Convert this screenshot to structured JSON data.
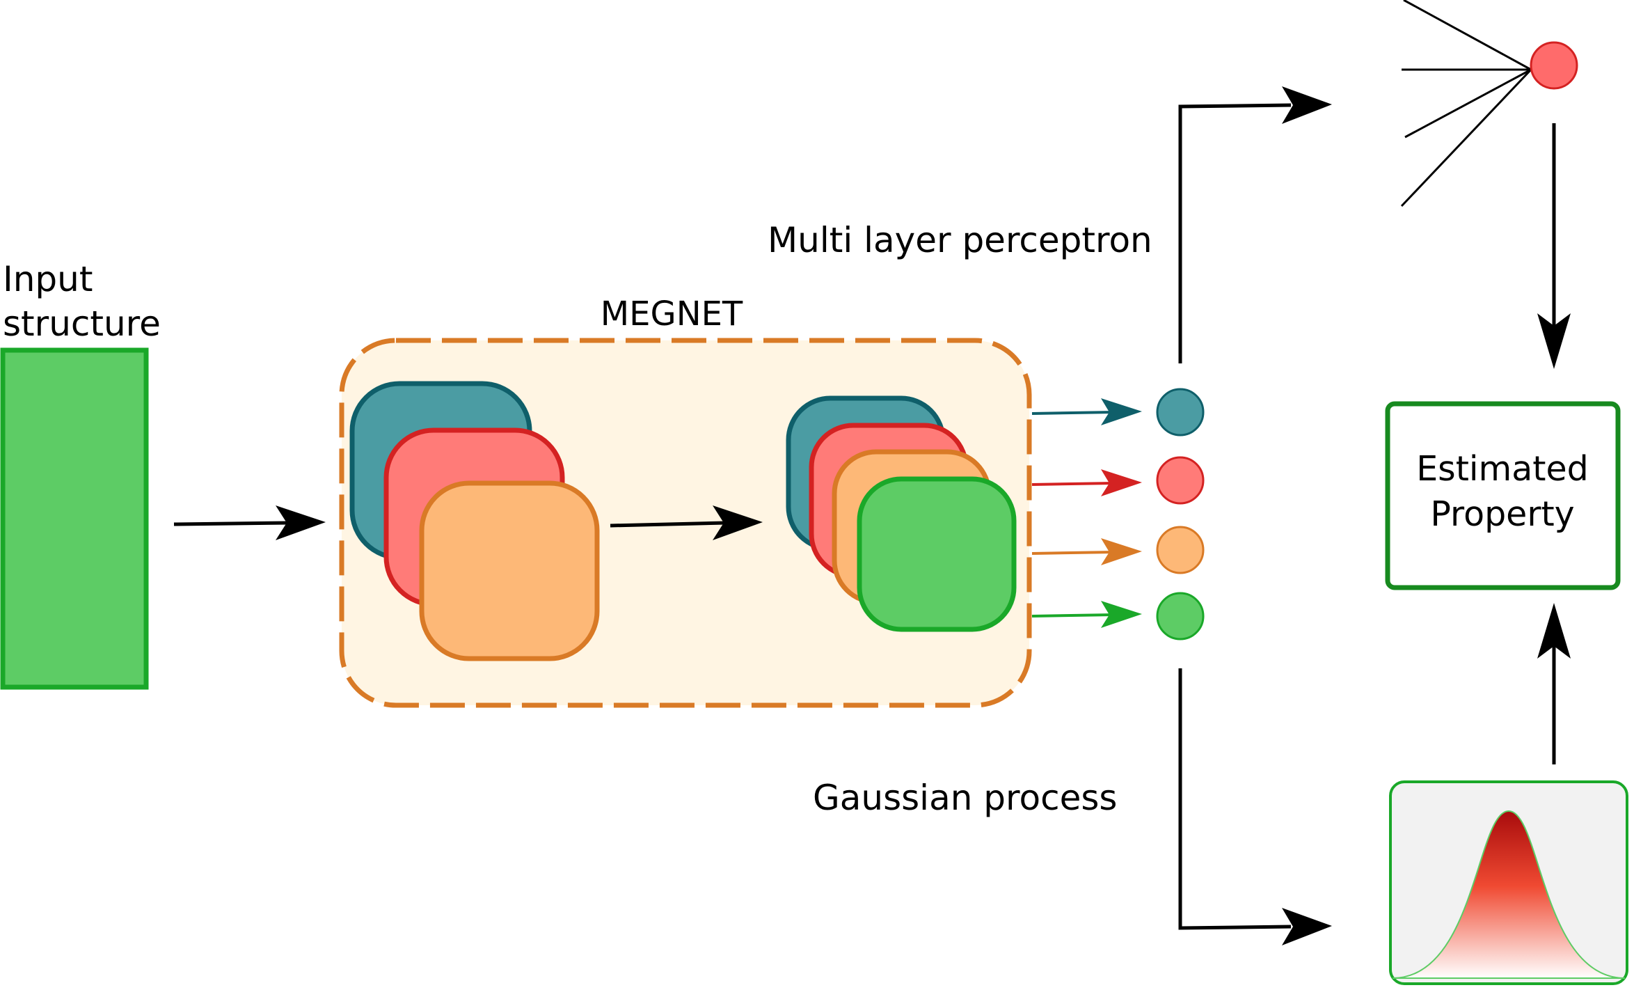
{
  "labels": {
    "input_line1": "Input",
    "input_line2": "structure",
    "megnet": "MEGNET",
    "mlp": "Multi layer perceptron",
    "gp": "Gaussian process",
    "estimated_line1": "Estimated",
    "estimated_line2": "Property"
  },
  "colors": {
    "teal_fill": "#4b9ca3",
    "teal_stroke": "#0f5f6a",
    "red_fill": "#ff7b78",
    "red_stroke": "#d42222",
    "orange_fill": "#fdb877",
    "orange_stroke": "#d97a26",
    "green_fill": "#5dcc65",
    "green_stroke": "#1aa829",
    "megnet_bg": "#fff5e3",
    "megnet_border": "#d97a26",
    "panel_bg": "#f2f2f2",
    "estimated_border": "#178a1f",
    "neuron_fill": "#ff6b6b",
    "neuron_stroke": "#d42222"
  }
}
